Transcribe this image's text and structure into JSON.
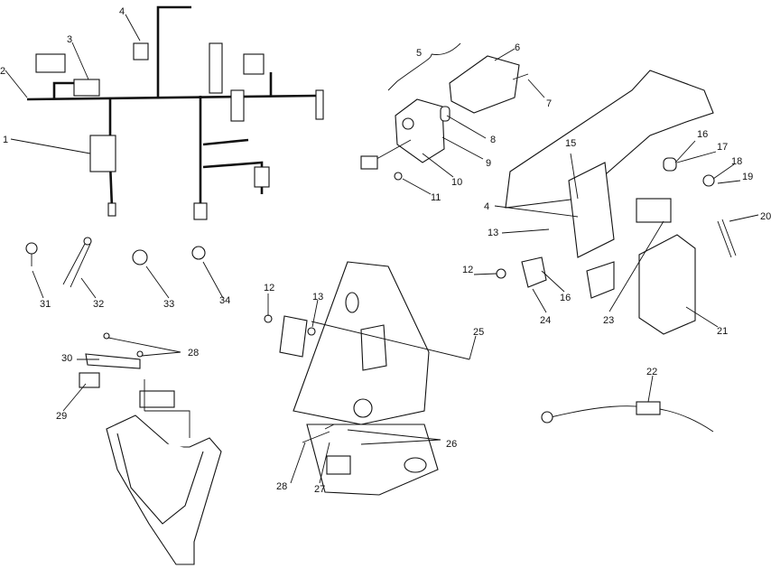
{
  "diagram": {
    "callouts": [
      "1",
      "2",
      "3",
      "4",
      "5",
      "6",
      "7",
      "8",
      "9",
      "10",
      "11",
      "4",
      "12",
      "13",
      "15",
      "16",
      "16",
      "17",
      "18",
      "19",
      "20",
      "21",
      "22",
      "23",
      "24",
      "25",
      "26",
      "27",
      "28",
      "12",
      "13",
      "26",
      "28",
      "29",
      "30",
      "31",
      "32",
      "33",
      "34"
    ]
  }
}
